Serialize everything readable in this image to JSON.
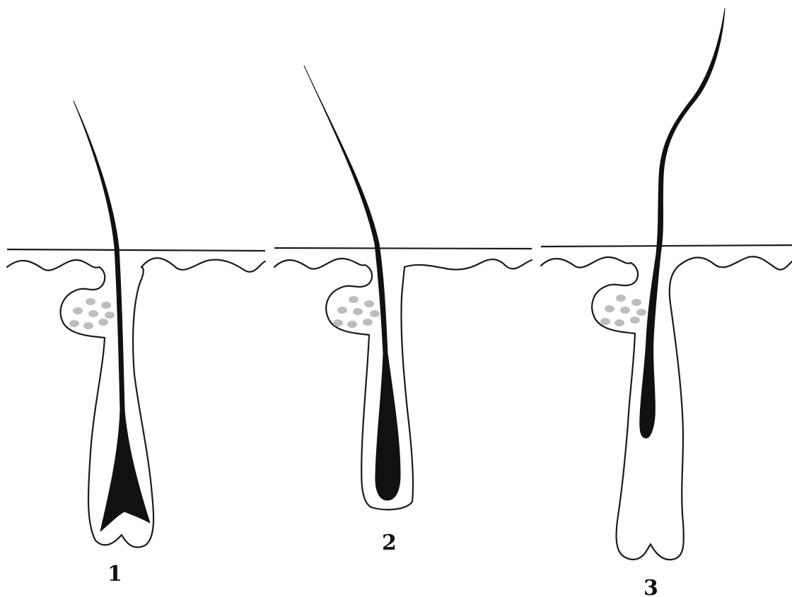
{
  "stages": [
    {
      "label": "1"
    },
    {
      "label": "2"
    },
    {
      "label": "3"
    }
  ]
}
